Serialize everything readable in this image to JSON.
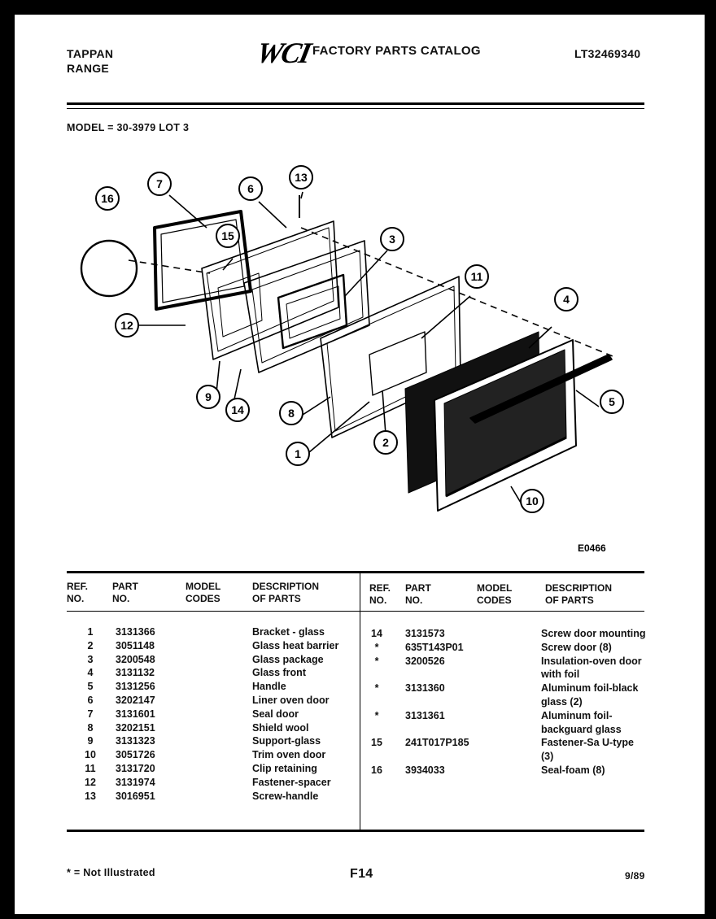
{
  "header": {
    "brand_line1": "TAPPAN",
    "brand_line2": "RANGE",
    "logo_text": "WCI",
    "catalog_title": "FACTORY PARTS CATALOG",
    "catalog_number": "LT32469340"
  },
  "model_line": "MODEL = 30-3979 LOT 3",
  "diagram": {
    "callouts": [
      "16",
      "7",
      "15",
      "6",
      "13",
      "3",
      "11",
      "4",
      "12",
      "9",
      "14",
      "8",
      "1",
      "2",
      "5",
      "10"
    ],
    "code": "E0466"
  },
  "table": {
    "headers": {
      "ref": [
        "REF.",
        "NO."
      ],
      "part": [
        "PART",
        "NO."
      ],
      "model": [
        "MODEL",
        "CODES"
      ],
      "desc": [
        "DESCRIPTION",
        "OF PARTS"
      ]
    },
    "left_rows": [
      {
        "ref": "1",
        "part": "3131366",
        "desc": "Bracket - glass"
      },
      {
        "ref": "2",
        "part": "3051148",
        "desc": "Glass heat barrier"
      },
      {
        "ref": "3",
        "part": "3200548",
        "desc": "Glass package"
      },
      {
        "ref": "4",
        "part": "3131132",
        "desc": "Glass front"
      },
      {
        "ref": "5",
        "part": "3131256",
        "desc": "Handle"
      },
      {
        "ref": "6",
        "part": "3202147",
        "desc": "Liner oven door"
      },
      {
        "ref": "7",
        "part": "3131601",
        "desc": "Seal door"
      },
      {
        "ref": "8",
        "part": "3202151",
        "desc": "Shield wool"
      },
      {
        "ref": "9",
        "part": "3131323",
        "desc": "Support-glass"
      },
      {
        "ref": "10",
        "part": "3051726",
        "desc": "Trim oven door"
      },
      {
        "ref": "11",
        "part": "3131720",
        "desc": "Clip retaining"
      },
      {
        "ref": "12",
        "part": "3131974",
        "desc": "Fastener-spacer"
      },
      {
        "ref": "13",
        "part": "3016951",
        "desc": "Screw-handle"
      }
    ],
    "right_rows": [
      {
        "ref": "14",
        "part": "3131573",
        "desc_lines": [
          "Screw door mounting"
        ]
      },
      {
        "ref": "*",
        "part": "635T143P01",
        "desc_lines": [
          "Screw door (8)"
        ]
      },
      {
        "ref": "*",
        "part": "3200526",
        "desc_lines": [
          "Insulation-oven door",
          "with foil"
        ]
      },
      {
        "ref": "*",
        "part": "3131360",
        "desc_lines": [
          "Aluminum foil-black",
          "glass (2)"
        ]
      },
      {
        "ref": "*",
        "part": "3131361",
        "desc_lines": [
          "Aluminum foil-",
          "backguard glass"
        ]
      },
      {
        "ref": "15",
        "part": "241T017P185",
        "desc_lines": [
          "Fastener-Sa U-type",
          "(3)"
        ]
      },
      {
        "ref": "16",
        "part": "3934033",
        "desc_lines": [
          "Seal-foam (8)"
        ]
      }
    ]
  },
  "footer": {
    "note": "* = Not Illustrated",
    "page": "F14",
    "date": "9/89"
  }
}
